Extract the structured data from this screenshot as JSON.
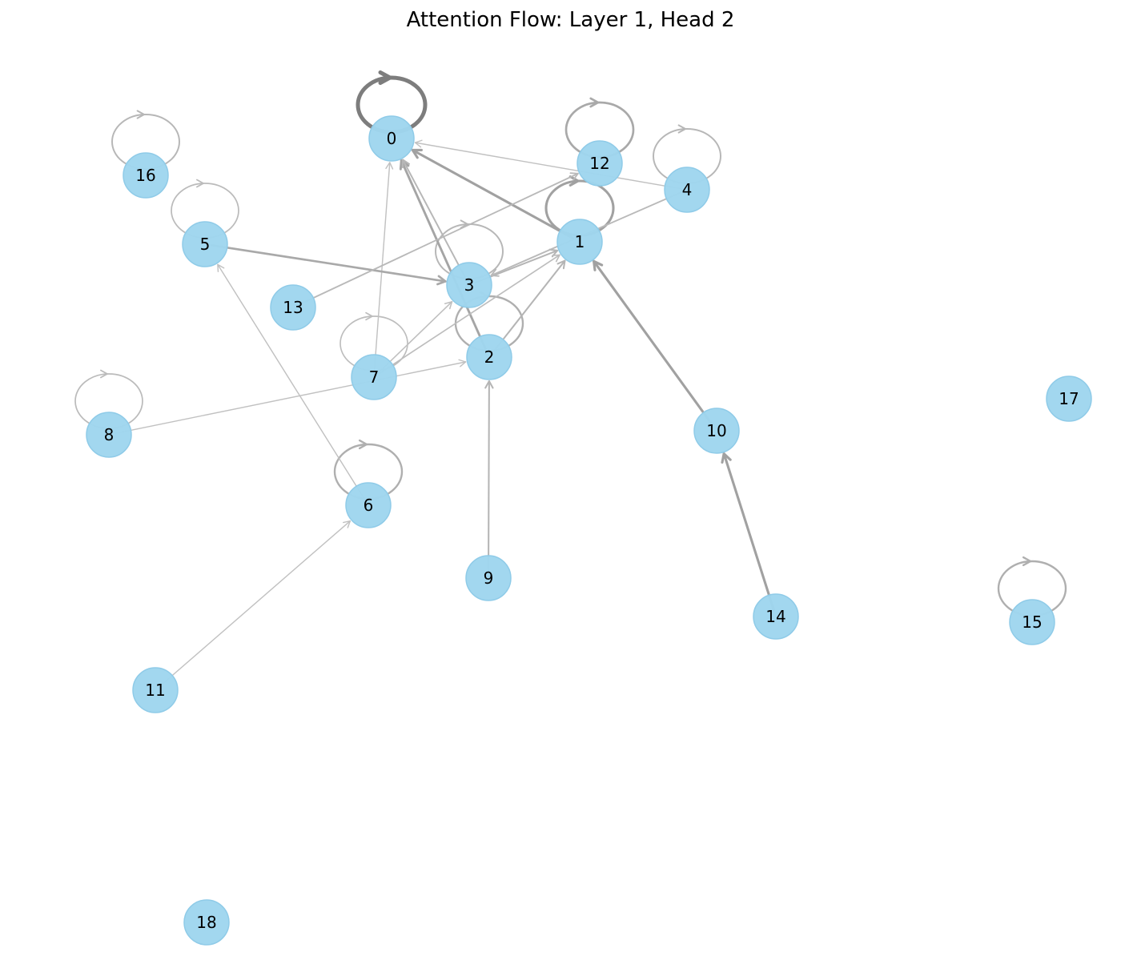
{
  "title": "Attention Flow: Layer 1, Head 2",
  "style": {
    "node_color": "#9fd6ee",
    "node_edge_color": "#8fcbe8",
    "edge_color": "#8a8a8a",
    "label_color": "#000000"
  },
  "nodes": [
    {
      "id": 0,
      "label": "0"
    },
    {
      "id": 1,
      "label": "1"
    },
    {
      "id": 2,
      "label": "2"
    },
    {
      "id": 3,
      "label": "3"
    },
    {
      "id": 4,
      "label": "4"
    },
    {
      "id": 5,
      "label": "5"
    },
    {
      "id": 6,
      "label": "6"
    },
    {
      "id": 7,
      "label": "7"
    },
    {
      "id": 8,
      "label": "8"
    },
    {
      "id": 9,
      "label": "9"
    },
    {
      "id": 10,
      "label": "10"
    },
    {
      "id": 11,
      "label": "11"
    },
    {
      "id": 12,
      "label": "12"
    },
    {
      "id": 13,
      "label": "13"
    },
    {
      "id": 14,
      "label": "14"
    },
    {
      "id": 15,
      "label": "15"
    },
    {
      "id": 16,
      "label": "16"
    },
    {
      "id": 17,
      "label": "17"
    },
    {
      "id": 18,
      "label": "18"
    }
  ],
  "edges": [
    {
      "from": 0,
      "to": 0,
      "weight": 1.0
    },
    {
      "from": 1,
      "to": 1,
      "weight": 0.55
    },
    {
      "from": 2,
      "to": 2,
      "weight": 0.38
    },
    {
      "from": 3,
      "to": 3,
      "weight": 0.28
    },
    {
      "from": 4,
      "to": 4,
      "weight": 0.28
    },
    {
      "from": 5,
      "to": 5,
      "weight": 0.22
    },
    {
      "from": 6,
      "to": 6,
      "weight": 0.38
    },
    {
      "from": 7,
      "to": 7,
      "weight": 0.2
    },
    {
      "from": 8,
      "to": 8,
      "weight": 0.22
    },
    {
      "from": 12,
      "to": 12,
      "weight": 0.45
    },
    {
      "from": 15,
      "to": 15,
      "weight": 0.38
    },
    {
      "from": 16,
      "to": 16,
      "weight": 0.28
    },
    {
      "from": 1,
      "to": 0,
      "weight": 0.55
    },
    {
      "from": 2,
      "to": 0,
      "weight": 0.5
    },
    {
      "from": 3,
      "to": 0,
      "weight": 0.28
    },
    {
      "from": 4,
      "to": 0,
      "weight": 0.15
    },
    {
      "from": 7,
      "to": 0,
      "weight": 0.15
    },
    {
      "from": 5,
      "to": 3,
      "weight": 0.45
    },
    {
      "from": 7,
      "to": 3,
      "weight": 0.18
    },
    {
      "from": 3,
      "to": 1,
      "weight": 0.3
    },
    {
      "from": 4,
      "to": 3,
      "weight": 0.25
    },
    {
      "from": 2,
      "to": 1,
      "weight": 0.3
    },
    {
      "from": 7,
      "to": 1,
      "weight": 0.2
    },
    {
      "from": 10,
      "to": 1,
      "weight": 0.55
    },
    {
      "from": 14,
      "to": 10,
      "weight": 0.55
    },
    {
      "from": 9,
      "to": 2,
      "weight": 0.3
    },
    {
      "from": 8,
      "to": 2,
      "weight": 0.15
    },
    {
      "from": 13,
      "to": 12,
      "weight": 0.25
    },
    {
      "from": 6,
      "to": 5,
      "weight": 0.15
    },
    {
      "from": 11,
      "to": 6,
      "weight": 0.15
    }
  ]
}
